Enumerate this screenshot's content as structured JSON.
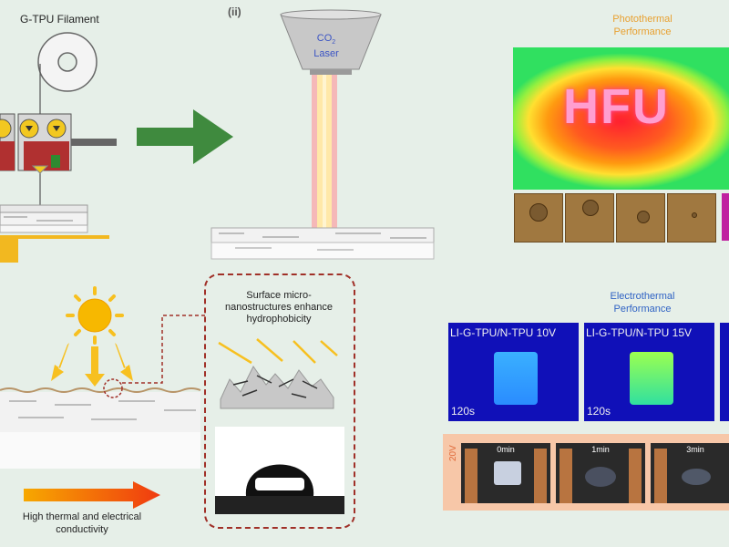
{
  "labels": {
    "filament": "G-TPU Filament",
    "step_ii": "(ii)",
    "laser_line1": "CO",
    "laser_sub": "2",
    "laser_line2": "Laser",
    "photothermal": "Photothermal Performance",
    "electrothermal": "Electrothermal Performance",
    "surface": "Surface micro-nanostructures enhance hydrophobicity",
    "conductivity": "High thermal and electrical conductivity",
    "thermal_image_text": "HFU"
  },
  "ir_panels": [
    {
      "label": "LI-G-TPU/N-TPU 10V",
      "time": "120s"
    },
    {
      "label": "LI-G-TPU/N-TPU 15V",
      "time": "120s"
    }
  ],
  "film": {
    "voltage": "20V",
    "times": [
      "0min",
      "1min",
      "3min"
    ]
  },
  "colors": {
    "background": "#e6efe8",
    "arrow_green": "#3f8a3e",
    "dashed_red": "#a03028",
    "photothermal_title": "#e8a030",
    "electrothermal_title": "#2f62c4"
  }
}
